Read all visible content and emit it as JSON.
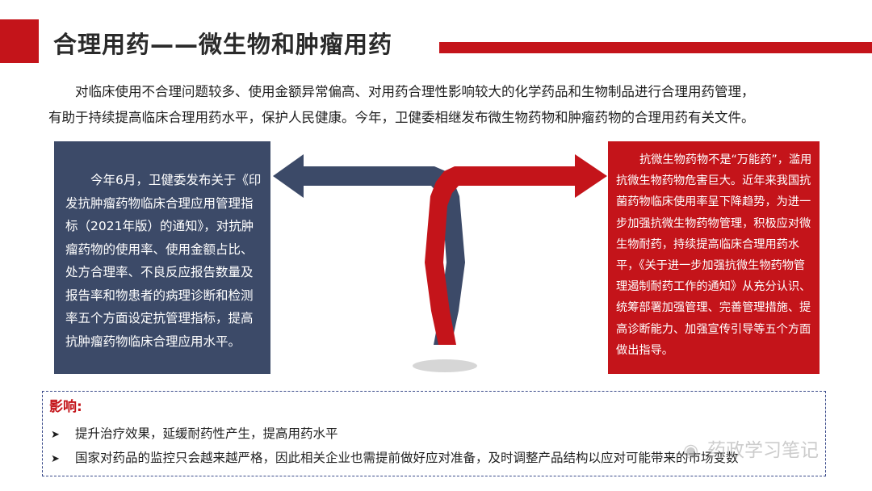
{
  "slide": {
    "title": "合理用药——微生物和肿瘤用药",
    "intro": {
      "line1": "对临床使用不合理问题较多、使用金额异常偏高、对用药合理性影响较大的化学药品和生物制品进行合理用药管理，",
      "line2": "有助于持续提高临床合理用药水平，保护人民健康。今年，卫健委相继发布微生物药物和肿瘤药物的合理用药有关文件。"
    },
    "left_box": {
      "text": "今年6月，卫健委发布关于《印发抗肿瘤药物临床合理应用管理指标（2021年版）的通知》，对抗肿瘤药物的使用率、使用金额占比、处方合理率、不良反应报告数量及报告率和物患者的病理诊断和检测率五个方面设定抗管理指标，提高抗肿瘤药物临床合理应用水平。"
    },
    "right_box": {
      "text": "抗微生物药物不是“万能药”，滥用抗微生物药物危害巨大。近年来我国抗菌药物临床使用率呈下降趋势，为进一步加强抗微生物药物管理，积极应对微生物耐药，持续提高临床合理用药水平，《关于进一步加强抗微生物药物管理遏制耐药工作的通知》从充分认识、统筹部署加强管理、完善管理措施、提高诊断能力、加强宣传引导等五个方面做出指导。"
    },
    "impact": {
      "title": "影响:",
      "items": [
        "提升治疗效果，延缓耐药性产生，提高用药水平",
        "国家对药品的监控只会越来越严格，因此相关企业也需提前做好应对准备，及时调整产品结构以应对可能带来的市场变数"
      ]
    },
    "watermark": "药政学习笔记"
  },
  "colors": {
    "accent_red": "#c4141a",
    "navy": "#3c4a68",
    "dashed_border": "#3a4a8a"
  },
  "icons": {
    "bullet": "arrowhead-bullet-icon",
    "watermark_icon": "wechat-icon"
  }
}
